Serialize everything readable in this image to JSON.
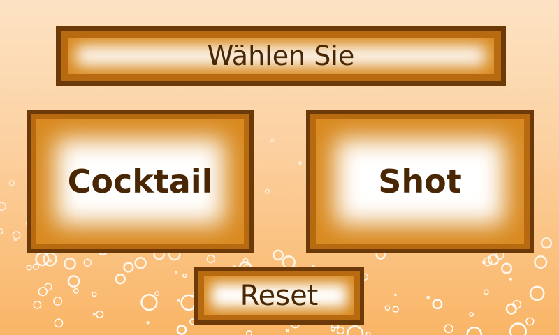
{
  "title": "Wählen Sie",
  "options": {
    "cocktail_label": "Cocktail",
    "shot_label": "Shot"
  },
  "reset_label": "Reset",
  "colors": {
    "background_top": "#fde3c4",
    "background_bottom": "#f9b566",
    "frame_dark": "#6b3a08",
    "frame_mid": "#b86a10",
    "glow": "#d98a20",
    "text": "#4a2704"
  }
}
